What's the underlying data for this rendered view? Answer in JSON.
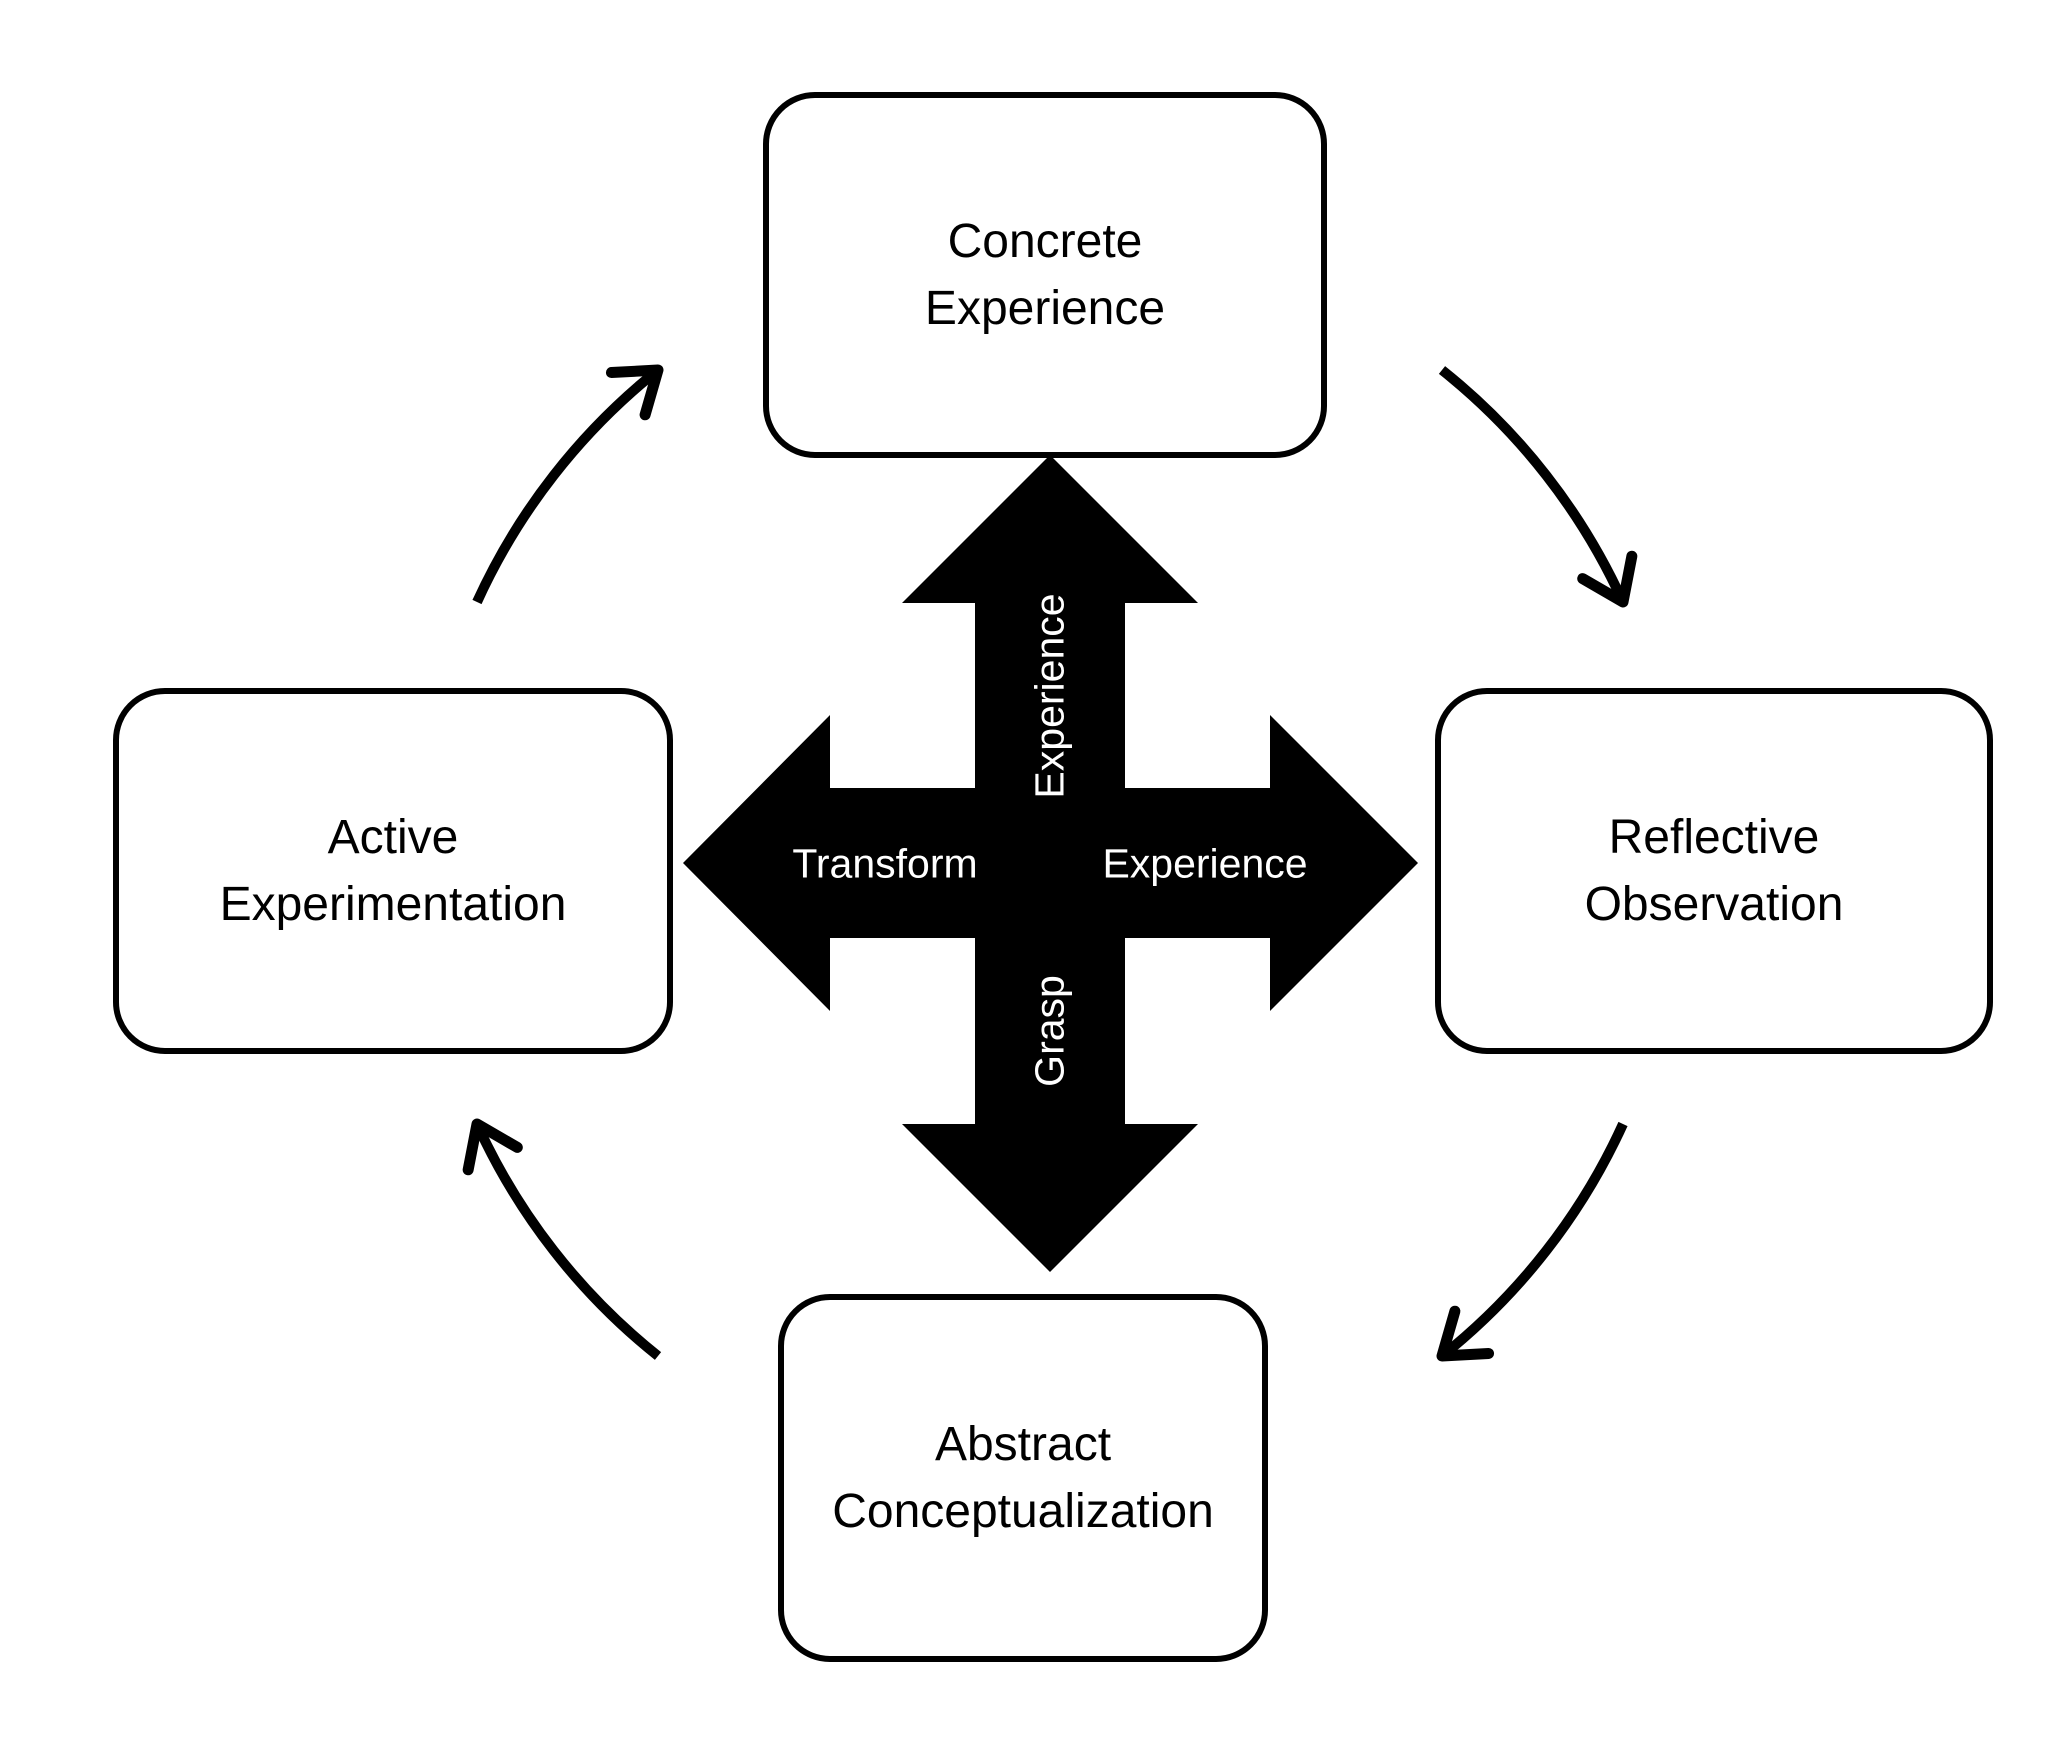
{
  "background_color": "#ffffff",
  "boxes": {
    "concrete_experience": {
      "line1": "Concrete",
      "line2": "Experience"
    },
    "reflective_observation": {
      "line1": "Reflective",
      "line2": "Observation"
    },
    "abstract_conceptualization": {
      "line1": "Abstract",
      "line2": "Conceptualization"
    },
    "active_experimentation": {
      "line1": "Active",
      "line2": "Experimentation"
    }
  },
  "box_style": {
    "border_color": "#000000",
    "fill_color": "#ffffff",
    "text_color": "#000000"
  },
  "center_arrow": {
    "top_label": "Experience",
    "right_label": "Experience",
    "bottom_label": "Grasp",
    "left_label": "Transform",
    "fill_color": "#000000",
    "label_color": "#ffffff"
  },
  "cycle_arrows": {
    "color": "#000000"
  }
}
